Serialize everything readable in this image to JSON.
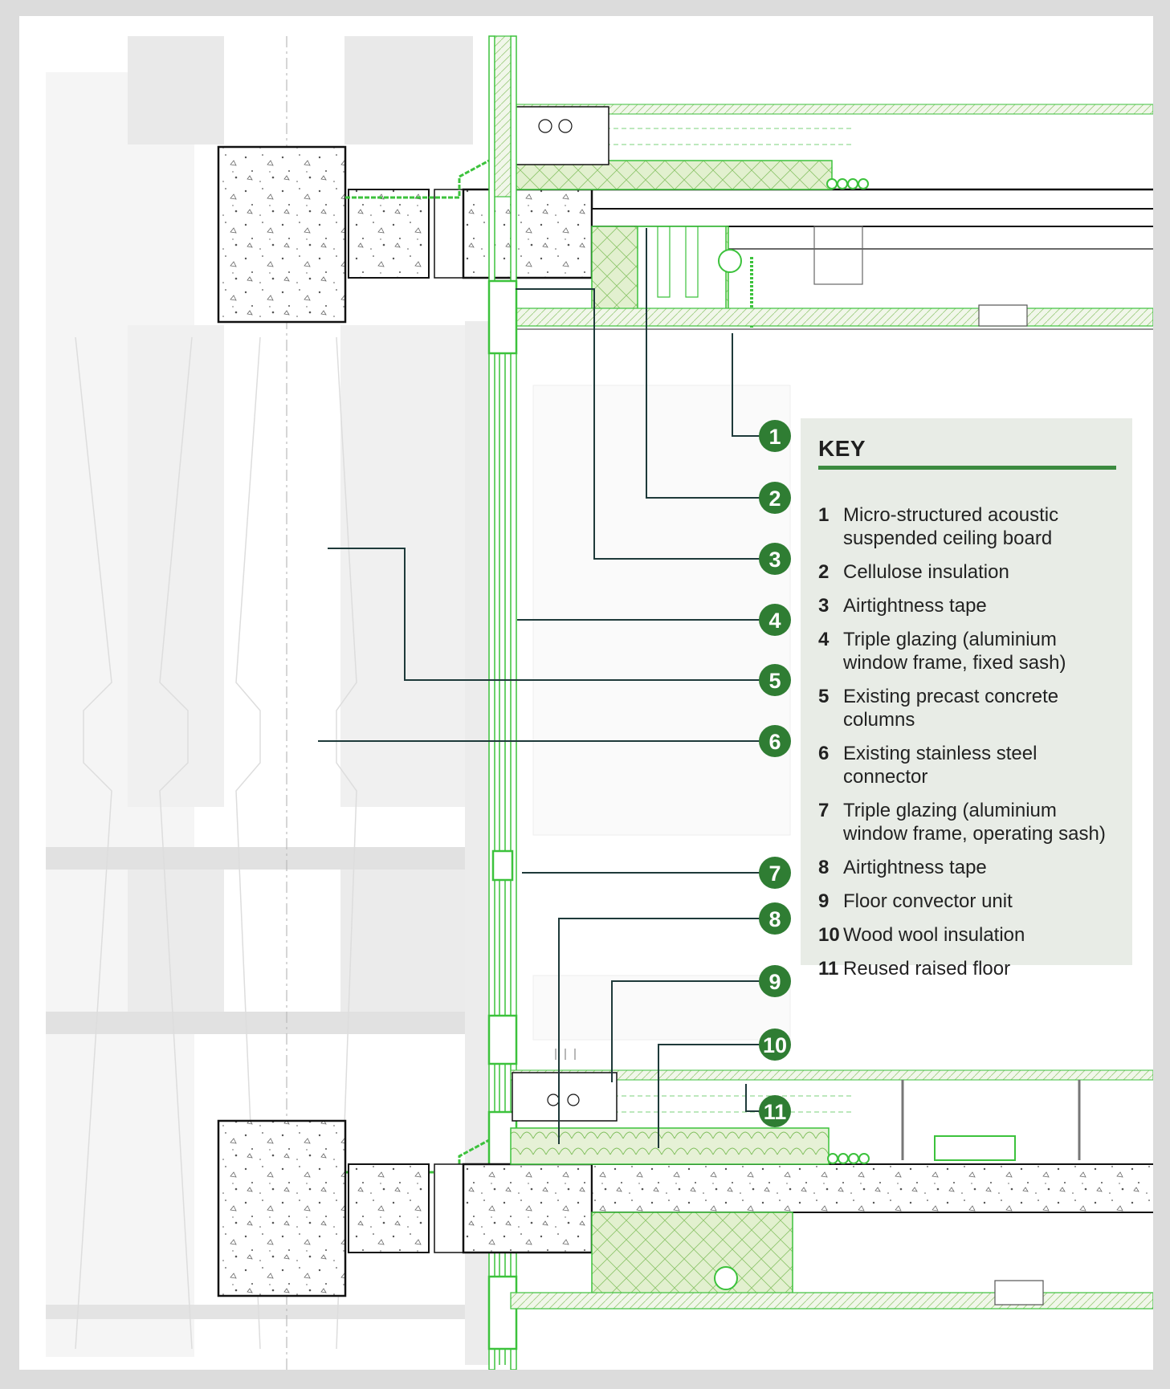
{
  "colors": {
    "accent_green": "#3b8a3f",
    "callout_fill": "#2f7d33",
    "drawing_green": "#3cc23c",
    "key_background": "#e8ece6",
    "leader_line": "#1e3a3a"
  },
  "key": {
    "title": "KEY",
    "items": [
      {
        "number": "1",
        "label": "Micro-structured acoustic suspended ceiling board"
      },
      {
        "number": "2",
        "label": "Cellulose insulation"
      },
      {
        "number": "3",
        "label": "Airtightness tape"
      },
      {
        "number": "4",
        "label": "Triple glazing (aluminium window frame, fixed sash)"
      },
      {
        "number": "5",
        "label": "Existing precast concrete columns"
      },
      {
        "number": "6",
        "label": "Existing stainless steel connector"
      },
      {
        "number": "7",
        "label": "Triple glazing (aluminium window frame, operating sash)"
      },
      {
        "number": "8",
        "label": "Airtightness tape"
      },
      {
        "number": "9",
        "label": "Floor convector unit"
      },
      {
        "number": "10",
        "label": "Wood wool insulation"
      },
      {
        "number": "11",
        "label": "Reused raised floor"
      }
    ]
  },
  "callouts": [
    "1",
    "2",
    "3",
    "4",
    "5",
    "6",
    "7",
    "8",
    "9",
    "10",
    "11"
  ]
}
